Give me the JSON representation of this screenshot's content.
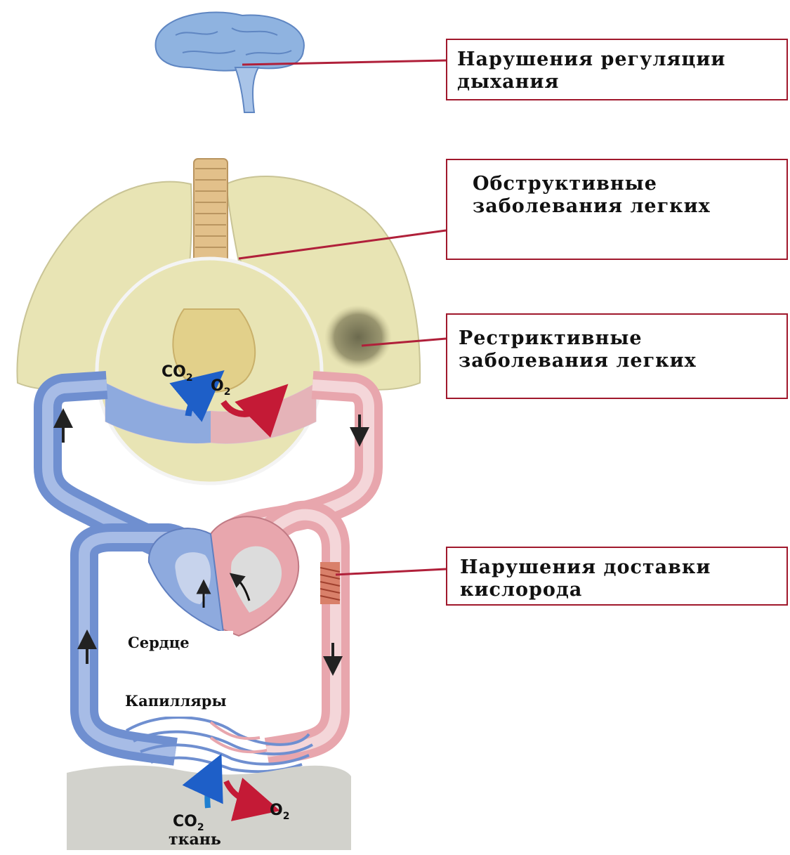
{
  "callouts": {
    "regulation": {
      "line1": "Нарушения регуляции",
      "line2": "дыхания"
    },
    "obstructive": {
      "line1": "Обструктивные",
      "line2": "заболевания легких"
    },
    "restrictive": {
      "line1": "Рестриктивные",
      "line2": "заболевания легких"
    },
    "delivery": {
      "line1": "Нарушения доставки",
      "line2": "кислорода"
    }
  },
  "labels": {
    "heart": "Сердце",
    "capillaries": "Капилляры",
    "tissue": "ткань",
    "lung_co2": "CO",
    "lung_o2": "O",
    "tissue_co2": "CO",
    "tissue_o2": "O",
    "subscript": "2"
  },
  "colors": {
    "callout_border": "#a0182c",
    "leader_line": "#b0203a",
    "venous": "#6f8fd0",
    "arterial": "#e8a6ad",
    "lung": "#e8e4b4",
    "brain": "#8fb3e0"
  }
}
